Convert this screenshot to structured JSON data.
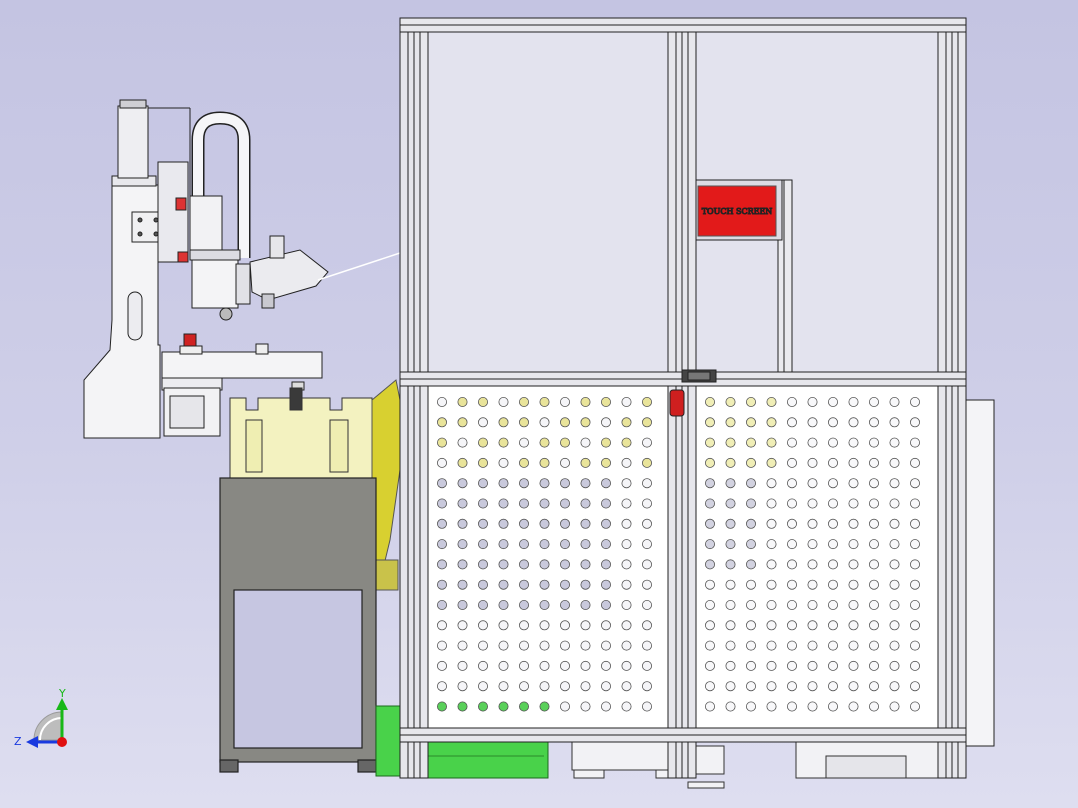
{
  "hmi": {
    "label": "TOUCH SCREEN",
    "color": "#e21a1a"
  },
  "triad": {
    "y_label": "Y",
    "z_label": "Z",
    "y_color": "#18b818",
    "z_color": "#1a3adf",
    "x_color": "#e01010"
  },
  "colors": {
    "frame": "#e7e7ec",
    "glass": "#e3e3ee",
    "perforated_panel": "#ffffff",
    "pedestal": "#888883",
    "fixture": "#f3f2c0",
    "robot": "#d8d030",
    "bin": "#49d24a"
  }
}
